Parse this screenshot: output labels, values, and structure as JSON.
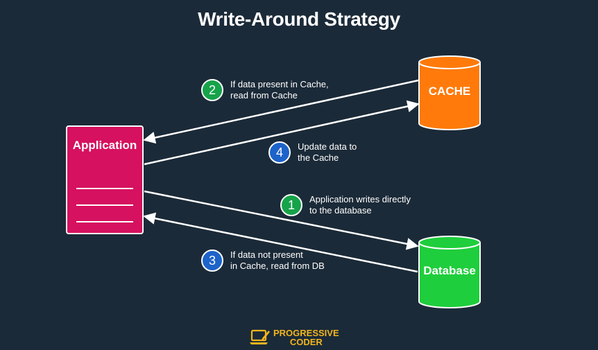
{
  "title": "Write-Around Strategy",
  "nodes": {
    "application": "Application",
    "cache": "CACHE",
    "database": "Database"
  },
  "steps": [
    {
      "number": "1",
      "text": "Application writes directly\nto the database"
    },
    {
      "number": "2",
      "text": "If data present in Cache,\nread from Cache"
    },
    {
      "number": "3",
      "text": "If data not present\nin Cache, read from DB"
    },
    {
      "number": "4",
      "text": "Update data to\nthe Cache"
    }
  ],
  "colors": {
    "background": "#1b2a38",
    "application": "#d6115f",
    "cache": "#ff7a0a",
    "database": "#1fce3c",
    "badge_green": "#16a34a",
    "badge_blue": "#1d63c9",
    "brand": "#f2b51d"
  },
  "brand": {
    "icon": "laptop-pencil-icon",
    "line1": "PROGRESSIVE",
    "line2": "CODER"
  }
}
